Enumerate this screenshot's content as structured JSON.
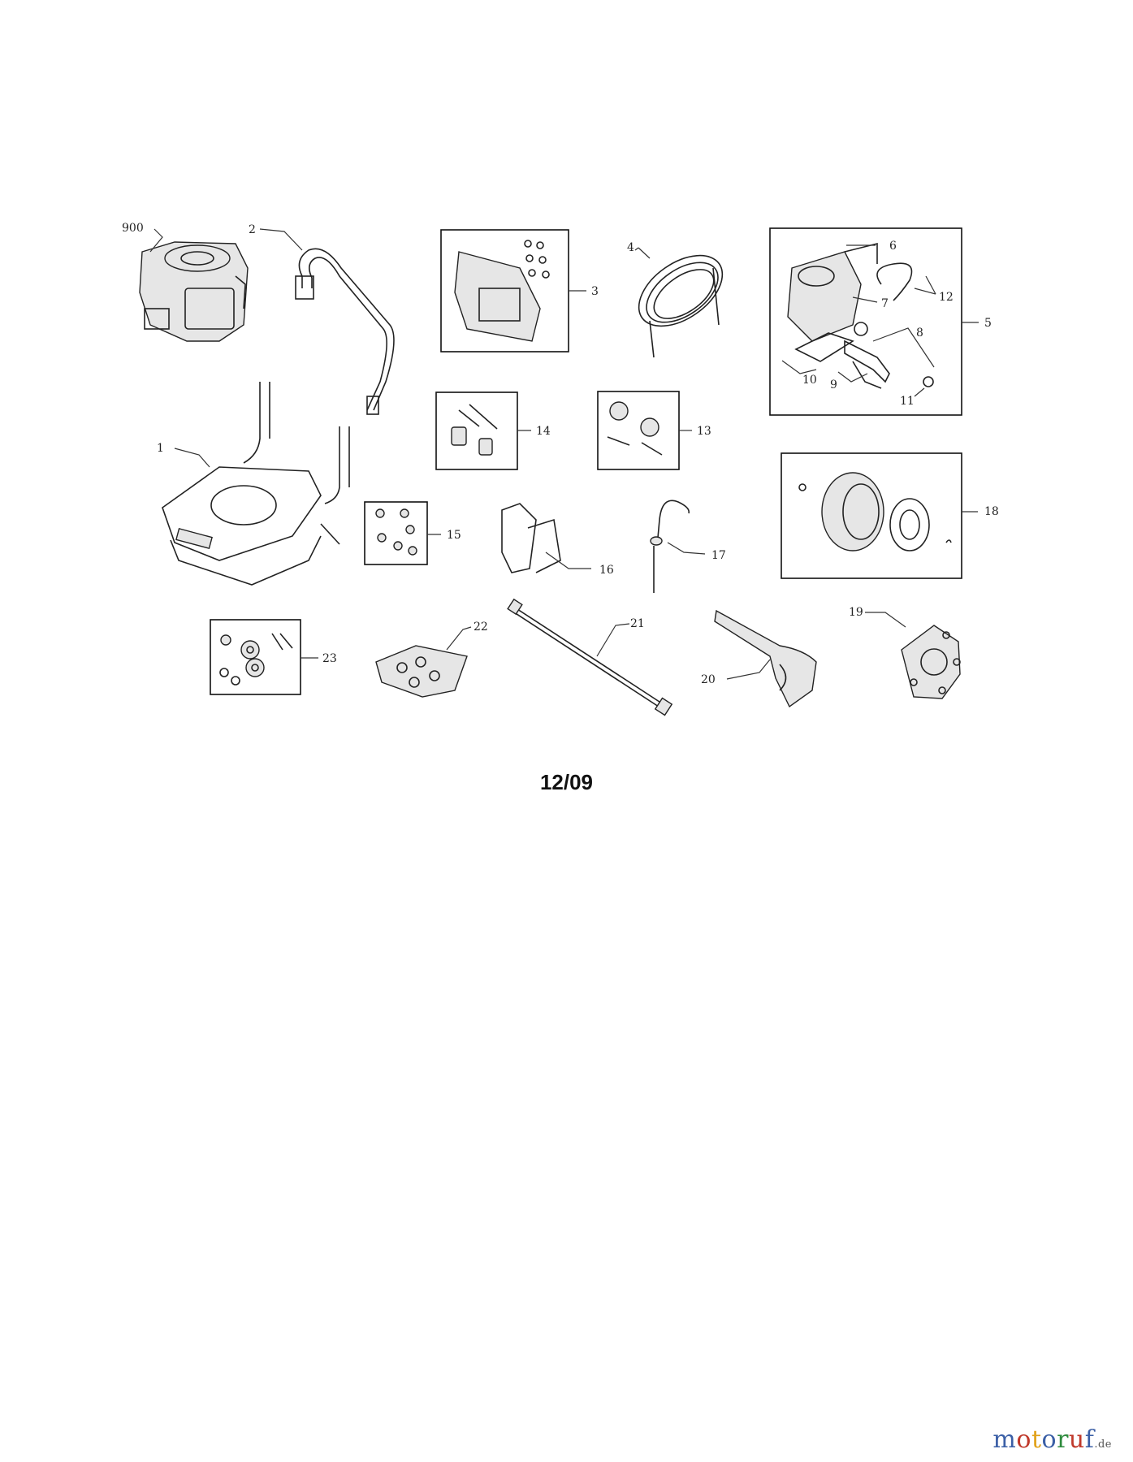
{
  "callouts": {
    "p900": "900",
    "p1": "1",
    "p2": "2",
    "p3": "3",
    "p4": "4",
    "p5": "5",
    "p6": "6",
    "p7": "7",
    "p8": "8",
    "p9": "9",
    "p10": "10",
    "p11": "11",
    "p12": "12",
    "p13": "13",
    "p14": "14",
    "p15": "15",
    "p16": "16",
    "p17": "17",
    "p18": "18",
    "p19": "19",
    "p20": "20",
    "p21": "21",
    "p22": "22",
    "p23": "23"
  },
  "date_code": "12/09",
  "watermark": {
    "letters": [
      "m",
      "o",
      "t",
      "o",
      "r",
      "u",
      "f"
    ],
    "colors": [
      "#3b5fa6",
      "#c0392b",
      "#e1a21a",
      "#3b5fa6",
      "#2e8b3d",
      "#c0392b",
      "#3b5fa6"
    ],
    "suffix": ".de"
  }
}
